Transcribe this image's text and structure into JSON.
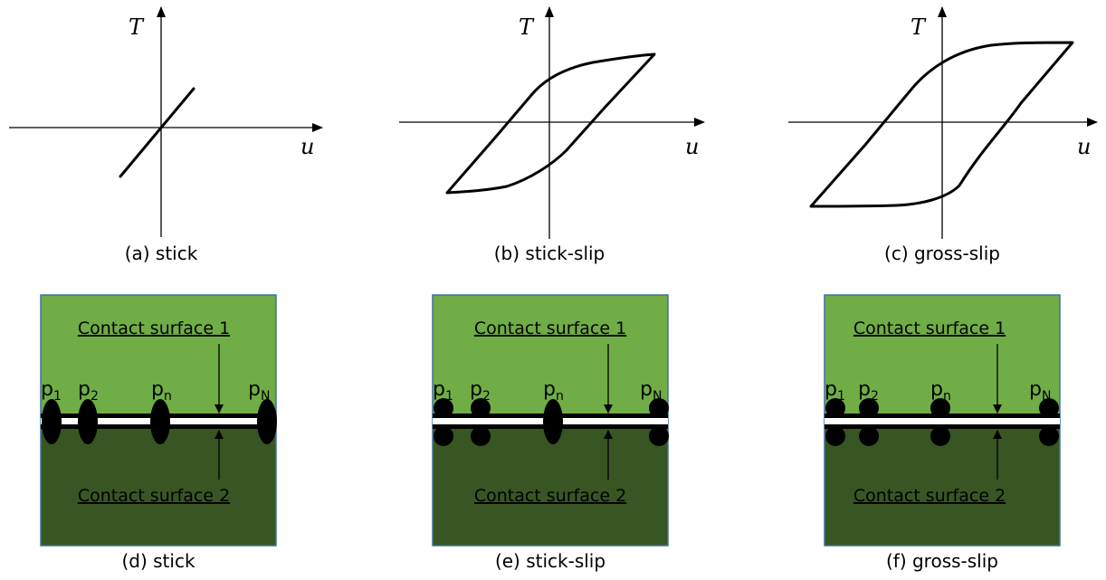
{
  "axes": {
    "y_label": "T",
    "x_label": "u"
  },
  "captions": {
    "a": "(a) stick",
    "b": "(b) stick-slip",
    "c": "(c) gross-slip",
    "d": "(d) stick",
    "e": "(e) stick-slip",
    "f": "(f) gross-slip"
  },
  "contact": {
    "surface1": "Contact surface 1",
    "surface2": "Contact surface 2"
  },
  "points": {
    "p": "p",
    "sub1": "1",
    "sub2": "2",
    "subn": "n",
    "subN": "N"
  },
  "colors": {
    "upper_body": "#70ad47",
    "lower_body": "#375623",
    "border": "#41719c"
  }
}
